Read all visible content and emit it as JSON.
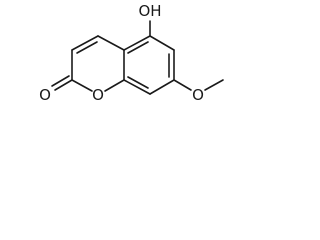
{
  "structure": {
    "atom_labels": {
      "hydroxyl": "OH",
      "ring_oxygen": "O",
      "carbonyl_oxygen": "O",
      "methoxy_oxygen": "O"
    }
  }
}
